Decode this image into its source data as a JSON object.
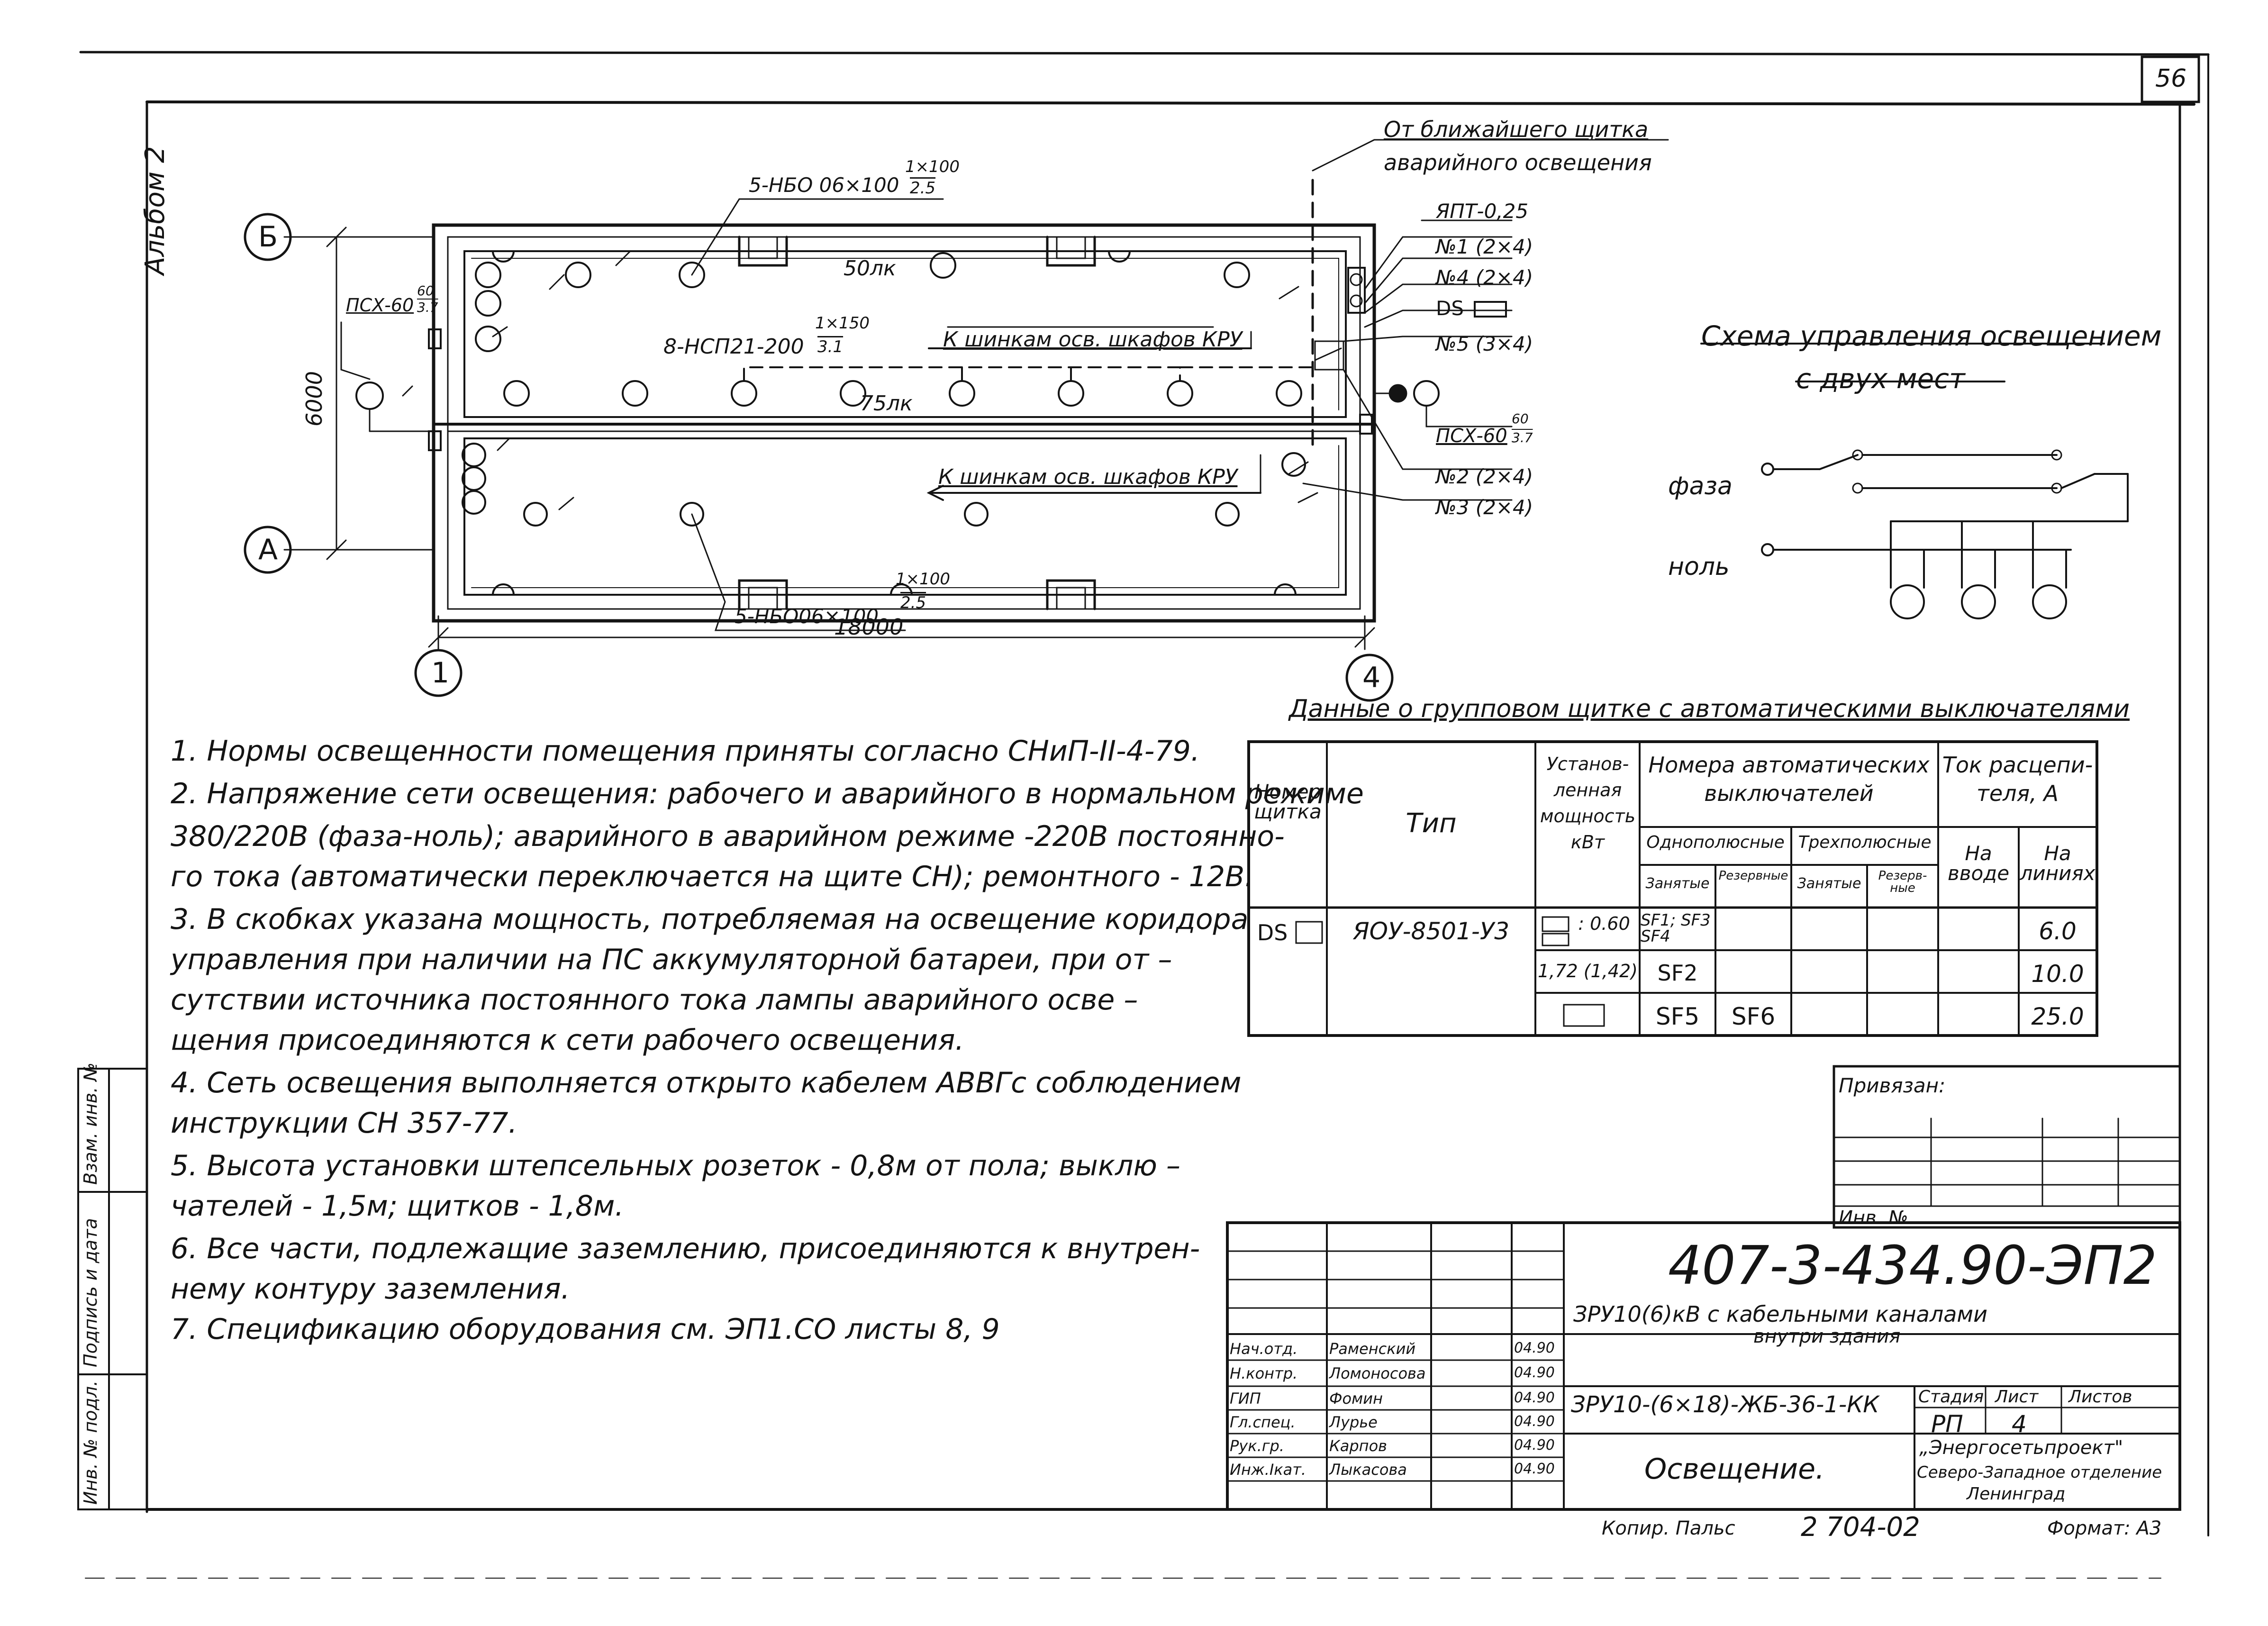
{
  "sheet": {
    "page_number": "56",
    "album_label": "Альбом 2",
    "copied_by": "Копир. Пальс",
    "format": "Формат: А3",
    "inventory": "2 704-02"
  },
  "plan": {
    "axis_b": "Б",
    "axis_a": "А",
    "axis_1": "1",
    "axis_4": "4",
    "dim_vertical": "6000",
    "dim_horizontal": "18000",
    "emergency_feed": "От ближайшего щитка",
    "emergency_feed_2": "аварийного освещения",
    "lamps_top_spec": "5-НБО 06×100",
    "lamps_top_frac_num": "1×100",
    "lamps_top_frac_den": "2.5",
    "lux_top": "50лк",
    "lamps_mid_spec": "8-НСП21-200",
    "lamps_mid_frac_num": "1×150",
    "lamps_mid_frac_den": "3.1",
    "lux_mid": "75лк",
    "bus_top": "К шинкам осв. шкафов КРУ",
    "bus_bottom": "К шинкам осв. шкафов КРУ",
    "lamps_bottom_spec": "5-НБО06×100",
    "lamps_bottom_frac_num": "1×100",
    "lamps_bottom_frac_den": "2.5",
    "psx_left": "ПСХ-60",
    "psx_left_num": "60",
    "psx_left_den": "3.7",
    "psx_right": "ПСХ-60",
    "psx_right_num": "60",
    "psx_right_den": "3.7",
    "yapt": "ЯПТ-0,25",
    "n1": "№1 (2×4)",
    "n4": "№4 (2×4)",
    "ds": "DS",
    "n5": "№5 (3×4)",
    "n2": "№2 (2×4)",
    "n3": "№3 (2×4)"
  },
  "control_scheme": {
    "title_1": "Схема управления освещением",
    "title_2": "с двух мест",
    "phase": "фаза",
    "neutral": "ноль"
  },
  "notes": [
    "1. Нормы освещенности помещения приняты   согласно СНиП-II-4-79.",
    "2. Напряжение сети освещения: рабочего и аварийного в нормальном режиме",
    "380/220В (фаза-ноль); аварийного в аварийном режиме -220В постоянно-",
    "го тока (автоматически переключается на щите СН); ремонтного - 12В.",
    "3. В скобках указана мощность, потребляемая на освещение коридора",
    "управления при наличии на ПС аккумуляторной батареи, при от –",
    "сутствии источника постоянного тока лампы аварийного осве –",
    "щения присоединяются к сети рабочего освещения.",
    "4. Сеть освещения выполняется открыто кабелем АВВГс соблюдением",
    "инструкции СН 357-77.",
    "5. Высота установки штепсельных розеток - 0,8м от пола; выклю –",
    "чателей - 1,5м;  щитков - 1,8м.",
    "6. Все части, подлежащие заземлению, присоединяются к внутрен-",
    "нему контуру заземления.",
    "7. Спецификацию оборудования   см. ЭП1.СО листы 8, 9"
  ],
  "table": {
    "title": "Данные о групповом щитке с автоматическими выключателями",
    "headers": {
      "number": "Номер щитка",
      "type": "Тип",
      "power": "Установ­ленная мощность кВт",
      "breakers": "Номера автоматических выключателей",
      "single_pole": "Однополюсные",
      "three_pole": "Трехполюсные",
      "occupied": "Занятые",
      "reserve": "Резерв­ные",
      "occupied_3": "Занятые",
      "reserve_3": "Резерв­ные",
      "current": "Ток расцепи­теля, А",
      "input": "На вводе",
      "lines": "На линиях"
    },
    "rows": [
      {
        "number": "DS",
        "type": "ЯОУ-8501-У3",
        "power": ": 0.60",
        "occupied": "SF1; SF3 SF4",
        "reserve": "",
        "occ3": "",
        "res3": "",
        "input": "",
        "lines": "6.0"
      },
      {
        "number": "",
        "type": "",
        "power": "1,72 (1,42)",
        "occupied": "SF2",
        "reserve": "",
        "occ3": "",
        "res3": "",
        "input": "",
        "lines": "10.0"
      },
      {
        "number": "",
        "type": "",
        "power": "",
        "occupied": "SF5",
        "reserve": "SF6",
        "occ3": "",
        "res3": "",
        "input": "",
        "lines": "25.0"
      }
    ]
  },
  "stamp": {
    "bound": "Привязан:",
    "inv_no": "Инв. №",
    "code": "407-3-434.90-ЭП2",
    "project_1": "ЗРУ10(6)кВ с кабельными каналами",
    "project_2": "внутри здания",
    "object": "ЗРУ10-(6×18)-ЖБ-36-1-КК",
    "stage_h": "Стадия",
    "sheet_h": "Лист",
    "sheets_h": "Листов",
    "stage": "РП",
    "sheet": "4",
    "sheets": "",
    "drawing": "Освещение.",
    "org_1": "„Энергосетьпроект\"",
    "org_2": "Северо-Западное отделение",
    "org_3": "Ленинград",
    "signers": [
      {
        "role": "Нач.отд.",
        "name": "Раменский",
        "date": "04.90"
      },
      {
        "role": "Н.контр.",
        "name": "Ломоносова",
        "date": "04.90"
      },
      {
        "role": "ГИП",
        "name": "Фомин",
        "date": "04.90"
      },
      {
        "role": "Гл.спец.",
        "name": "Лурье",
        "date": "04.90"
      },
      {
        "role": "Рук.гр.",
        "name": "Карпов",
        "date": "04.90"
      },
      {
        "role": "Инж.Ікат.",
        "name": "Лыкасова",
        "date": "04.90"
      }
    ]
  },
  "side_stamp": {
    "inv_orig": "Инв. № подл.",
    "sign_date": "Подпись и дата",
    "replace_inv": "Взам. инв. №"
  }
}
